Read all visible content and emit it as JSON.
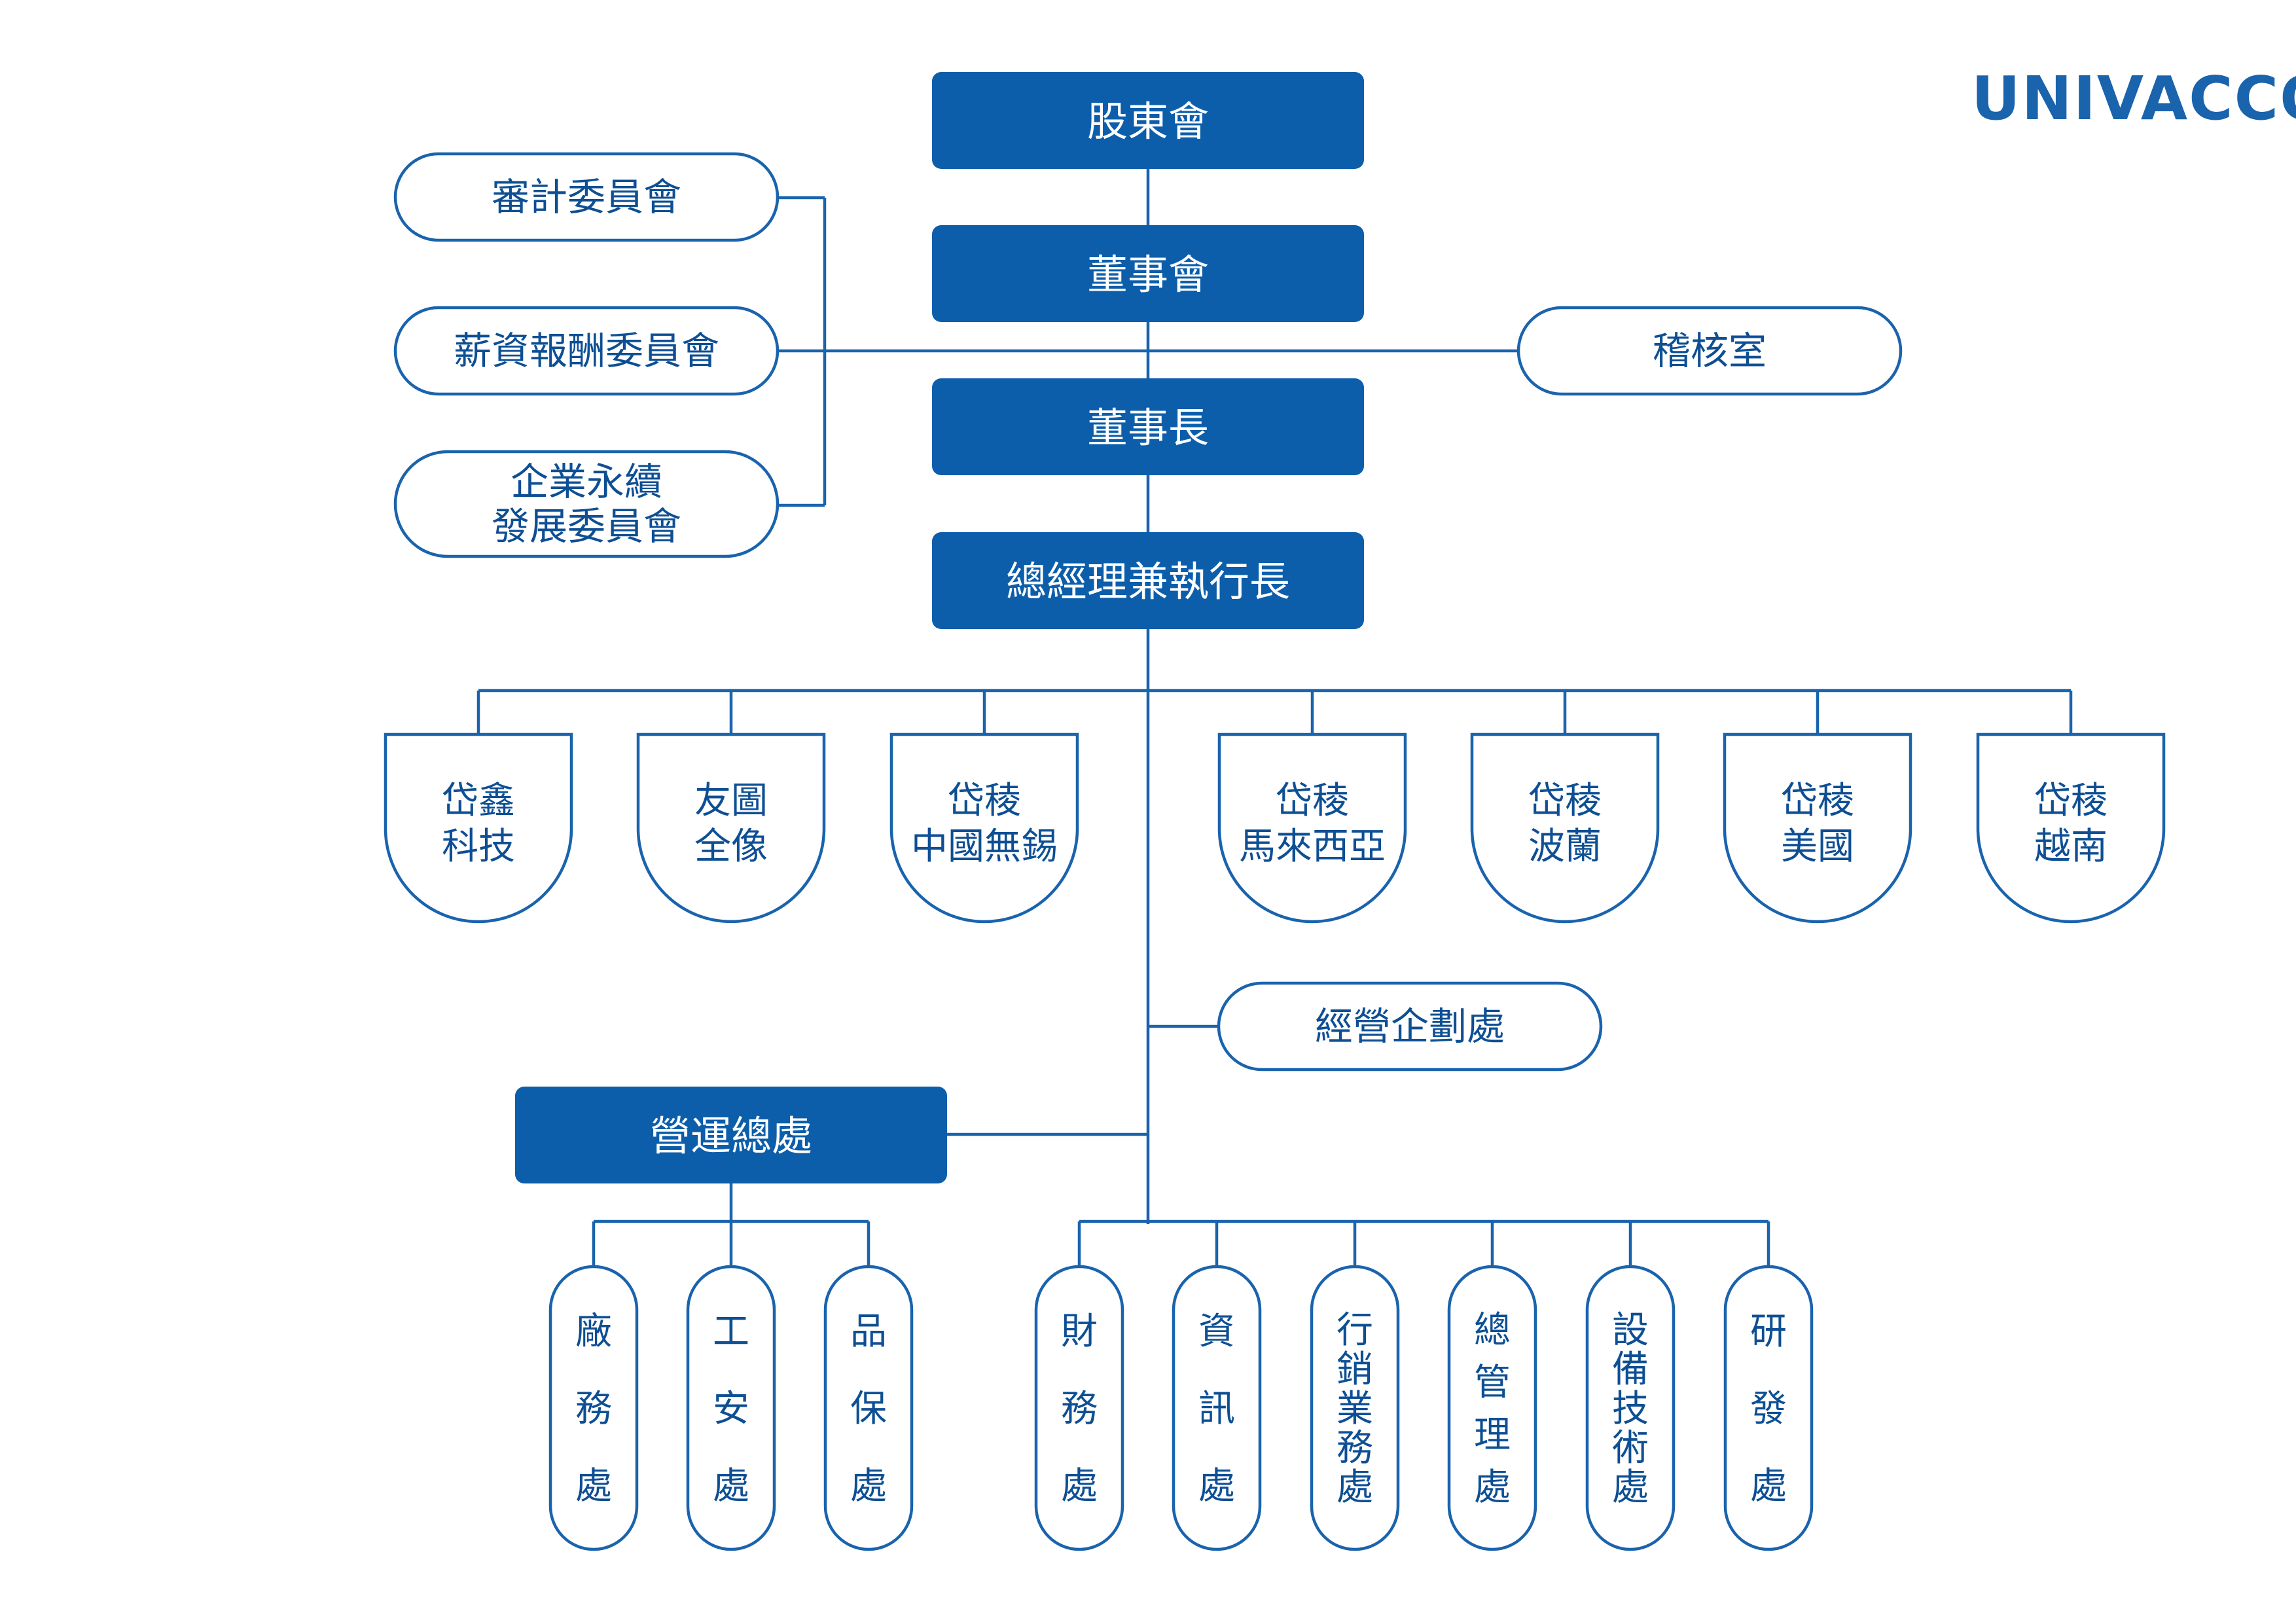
{
  "logo": {
    "text": "UNIVACCO"
  },
  "colors": {
    "primary": "#0c5eab",
    "line": "#1a63ad",
    "text": "#0e4f94"
  },
  "main_chain": {
    "shareholders": "股東會",
    "board": "董事會",
    "chairman": "董事長",
    "ceo": "總經理兼執行長"
  },
  "committees": {
    "audit": "審計委員會",
    "compensation": "薪資報酬委員會",
    "sustainability_line1": "企業永續",
    "sustainability_line2": "發展委員會"
  },
  "audit_office": "稽核室",
  "subsidiaries": [
    {
      "line1": "岱鑫",
      "line2": "科技"
    },
    {
      "line1": "友圖",
      "line2": "全像"
    },
    {
      "line1": "岱稜",
      "line2": "中國無錫"
    },
    {
      "line1": "岱稜",
      "line2": "馬來西亞"
    },
    {
      "line1": "岱稜",
      "line2": "波蘭"
    },
    {
      "line1": "岱稜",
      "line2": "美國"
    },
    {
      "line1": "岱稜",
      "line2": "越南"
    }
  ],
  "planning": "經營企劃處",
  "operations": "營運總處",
  "ops_depts": [
    {
      "chars": [
        "廠",
        "務",
        "處"
      ]
    },
    {
      "chars": [
        "工",
        "安",
        "處"
      ]
    },
    {
      "chars": [
        "品",
        "保",
        "處"
      ]
    }
  ],
  "ceo_depts": [
    {
      "chars": [
        "財",
        "務",
        "處"
      ]
    },
    {
      "chars": [
        "資",
        "訊",
        "處"
      ]
    },
    {
      "chars": [
        "行",
        "銷",
        "業",
        "務",
        "處"
      ]
    },
    {
      "chars": [
        "總",
        "管",
        "理",
        "處"
      ]
    },
    {
      "chars": [
        "設",
        "備",
        "技",
        "術",
        "處"
      ]
    },
    {
      "chars": [
        "研",
        "發",
        "處"
      ]
    }
  ]
}
